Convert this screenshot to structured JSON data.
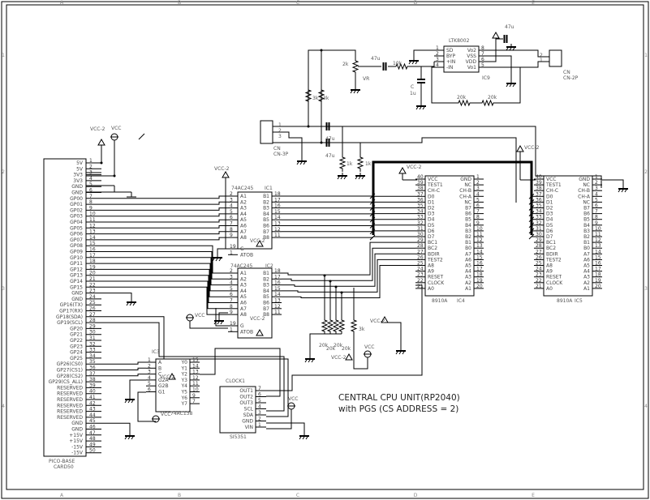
{
  "sheet": {
    "columns": [
      "A",
      "B",
      "C",
      "D",
      "E"
    ],
    "rows": [
      "1",
      "2",
      "3",
      "4"
    ],
    "title_line1": "CENTRAL CPU UNIT(RP2040)",
    "title_line2": "with PGS (CS ADDRESS = 2)"
  },
  "power": {
    "vcc": "VCC",
    "vcc2": "VCC-2"
  },
  "card": {
    "name": "PICO-BASE",
    "part": "CARD50",
    "pins": [
      {
        "n": "1",
        "l": "5V"
      },
      {
        "n": "2",
        "l": "5V"
      },
      {
        "n": "3",
        "l": "3V3"
      },
      {
        "n": "4",
        "l": "3V3"
      },
      {
        "n": "5",
        "l": "GND"
      },
      {
        "n": "6",
        "l": "GND"
      },
      {
        "n": "7",
        "l": "GP00"
      },
      {
        "n": "8",
        "l": "GP01"
      },
      {
        "n": "9",
        "l": "GP02"
      },
      {
        "n": "10",
        "l": "GP03"
      },
      {
        "n": "11",
        "l": "GP04"
      },
      {
        "n": "12",
        "l": "GP05"
      },
      {
        "n": "13",
        "l": "GP06"
      },
      {
        "n": "14",
        "l": "GP07"
      },
      {
        "n": "15",
        "l": "GP08"
      },
      {
        "n": "16",
        "l": "GP09"
      },
      {
        "n": "17",
        "l": "GP10"
      },
      {
        "n": "18",
        "l": "GP11"
      },
      {
        "n": "19",
        "l": "GP12"
      },
      {
        "n": "20",
        "l": "GP13"
      },
      {
        "n": "21",
        "l": "GP14"
      },
      {
        "n": "22",
        "l": "GP15"
      },
      {
        "n": "23",
        "l": "GND"
      },
      {
        "n": "24",
        "l": "GND"
      },
      {
        "n": "25",
        "l": "GP16(TX)"
      },
      {
        "n": "26",
        "l": "GP17(RX)"
      },
      {
        "n": "27",
        "l": "GP18(SDA)"
      },
      {
        "n": "28",
        "l": "GP19(SCL)"
      },
      {
        "n": "29",
        "l": "GP20"
      },
      {
        "n": "30",
        "l": "GP21"
      },
      {
        "n": "31",
        "l": "GP22"
      },
      {
        "n": "32",
        "l": "GP23"
      },
      {
        "n": "33",
        "l": "GP24"
      },
      {
        "n": "34",
        "l": "GP25"
      },
      {
        "n": "35",
        "l": "GP26(CS0)"
      },
      {
        "n": "36",
        "l": "GP27(CS1)"
      },
      {
        "n": "37",
        "l": "GP28(CS2)"
      },
      {
        "n": "38",
        "l": "GP29(CS_ALL)"
      },
      {
        "n": "39",
        "l": "RESERVED"
      },
      {
        "n": "40",
        "l": "RESERVED"
      },
      {
        "n": "41",
        "l": "RESERVED"
      },
      {
        "n": "42",
        "l": "RESERVED"
      },
      {
        "n": "43",
        "l": "RESERVED"
      },
      {
        "n": "44",
        "l": "RESERVED"
      },
      {
        "n": "45",
        "l": "GND"
      },
      {
        "n": "46",
        "l": "GND"
      },
      {
        "n": "47",
        "l": "+15V"
      },
      {
        "n": "48",
        "l": "+15V"
      },
      {
        "n": "49",
        "l": "-15V"
      },
      {
        "n": "50",
        "l": "-15V"
      }
    ]
  },
  "ic1": {
    "part": "74AC245",
    "ref": "IC1",
    "left": [
      {
        "n": "2",
        "l": "A1"
      },
      {
        "n": "3",
        "l": "A2"
      },
      {
        "n": "4",
        "l": "A3"
      },
      {
        "n": "5",
        "l": "A4"
      },
      {
        "n": "6",
        "l": "A5"
      },
      {
        "n": "7",
        "l": "A6"
      },
      {
        "n": "8",
        "l": "A7"
      },
      {
        "n": "9",
        "l": "A8"
      }
    ],
    "right": [
      {
        "n": "18",
        "l": "B1"
      },
      {
        "n": "17",
        "l": "B2"
      },
      {
        "n": "16",
        "l": "B3"
      },
      {
        "n": "15",
        "l": "B4"
      },
      {
        "n": "14",
        "l": "B5"
      },
      {
        "n": "13",
        "l": "B6"
      },
      {
        "n": "12",
        "l": "B7"
      },
      {
        "n": "11",
        "l": "B8"
      }
    ],
    "ctrl": [
      {
        "n": "19",
        "l": "G"
      },
      {
        "n": "1",
        "l": "ATOB"
      }
    ]
  },
  "ic2": {
    "part": "74AC245",
    "ref": "IC2",
    "left": [
      {
        "n": "2",
        "l": "A1"
      },
      {
        "n": "3",
        "l": "A2"
      },
      {
        "n": "4",
        "l": "A3"
      },
      {
        "n": "5",
        "l": "A4"
      },
      {
        "n": "6",
        "l": "A5"
      },
      {
        "n": "7",
        "l": "A6"
      },
      {
        "n": "8",
        "l": "A7"
      },
      {
        "n": "9",
        "l": "A8"
      }
    ],
    "right": [
      {
        "n": "18",
        "l": "B1"
      },
      {
        "n": "17",
        "l": "B2"
      },
      {
        "n": "16",
        "l": "B3"
      },
      {
        "n": "15",
        "l": "B4"
      },
      {
        "n": "14",
        "l": "B5"
      },
      {
        "n": "13",
        "l": "B6"
      },
      {
        "n": "12",
        "l": "B7"
      },
      {
        "n": "11",
        "l": "B8"
      }
    ],
    "ctrl": [
      {
        "n": "19",
        "l": "G"
      },
      {
        "n": "1",
        "l": "ATOB"
      }
    ]
  },
  "ic3": {
    "part": "74AC138",
    "ref": "IC3",
    "left": [
      {
        "n": "1",
        "l": "A"
      },
      {
        "n": "2",
        "l": "B"
      },
      {
        "n": "3",
        "l": "C"
      },
      {
        "n": "4",
        "l": "G2A"
      },
      {
        "n": "5",
        "l": "G2B"
      },
      {
        "n": "6",
        "l": "G1"
      }
    ],
    "right": [
      {
        "n": "15",
        "l": "Y0"
      },
      {
        "n": "14",
        "l": "Y1"
      },
      {
        "n": "13",
        "l": "Y2"
      },
      {
        "n": "12",
        "l": "Y3"
      },
      {
        "n": "11",
        "l": "Y4"
      },
      {
        "n": "10",
        "l": "Y5"
      },
      {
        "n": "9",
        "l": "Y6"
      },
      {
        "n": "7",
        "l": "Y7"
      }
    ]
  },
  "ic4": {
    "part": "8910A",
    "ref": "IC4",
    "left": [
      {
        "n": "40",
        "l": "VCC"
      },
      {
        "n": "39",
        "l": "TEST1"
      },
      {
        "n": "38",
        "l": "CH-C"
      },
      {
        "n": "37",
        "l": "D0"
      },
      {
        "n": "36",
        "l": "D1"
      },
      {
        "n": "35",
        "l": "D2"
      },
      {
        "n": "34",
        "l": "D3"
      },
      {
        "n": "33",
        "l": "D4"
      },
      {
        "n": "32",
        "l": "D5"
      },
      {
        "n": "31",
        "l": "D6"
      },
      {
        "n": "30",
        "l": "D7"
      },
      {
        "n": "29",
        "l": "BC1"
      },
      {
        "n": "28",
        "l": "BC2"
      },
      {
        "n": "27",
        "l": "BDIR"
      },
      {
        "n": "26",
        "l": "TEST2"
      },
      {
        "n": "25",
        "l": "A8"
      },
      {
        "n": "24",
        "l": "A9"
      },
      {
        "n": "23",
        "l": "RESET"
      },
      {
        "n": "22",
        "l": "CLOCK"
      },
      {
        "n": "21",
        "l": "A0"
      }
    ],
    "right": [
      {
        "n": "1",
        "l": "GND"
      },
      {
        "n": "2",
        "l": "NC"
      },
      {
        "n": "3",
        "l": "CH-B"
      },
      {
        "n": "4",
        "l": "CH-A"
      },
      {
        "n": "5",
        "l": "NC"
      },
      {
        "n": "6",
        "l": "B7"
      },
      {
        "n": "7",
        "l": "B6"
      },
      {
        "n": "8",
        "l": "B5"
      },
      {
        "n": "9",
        "l": "B4"
      },
      {
        "n": "10",
        "l": "B3"
      },
      {
        "n": "11",
        "l": "B2"
      },
      {
        "n": "12",
        "l": "B1"
      },
      {
        "n": "13",
        "l": "B0"
      },
      {
        "n": "14",
        "l": "A7"
      },
      {
        "n": "15",
        "l": "A6"
      },
      {
        "n": "16",
        "l": "A5"
      },
      {
        "n": "17",
        "l": "A4"
      },
      {
        "n": "18",
        "l": "A3"
      },
      {
        "n": "19",
        "l": "A2"
      },
      {
        "n": "20",
        "l": "A1"
      }
    ]
  },
  "ic5": {
    "part": "8910A",
    "ref": "IC5"
  },
  "ic9": {
    "part": "LTK8002",
    "ref": "IC9",
    "left": [
      {
        "n": "1",
        "l": "SD"
      },
      {
        "n": "2",
        "l": "BYP"
      },
      {
        "n": "3",
        "l": "+IN"
      },
      {
        "n": "4",
        "l": "-IN"
      }
    ],
    "right": [
      {
        "n": "8",
        "l": "Vo2"
      },
      {
        "n": "7",
        "l": "VSS"
      },
      {
        "n": "6",
        "l": "VDD"
      },
      {
        "n": "5",
        "l": "Vo1"
      }
    ]
  },
  "clock": {
    "ref": "CLOCK1",
    "part": "SI5351",
    "pins": [
      {
        "n": "7",
        "l": "OUT1"
      },
      {
        "n": "6",
        "l": "OUT2"
      },
      {
        "n": "5",
        "l": "OUT3"
      },
      {
        "n": "4",
        "l": "SCL"
      },
      {
        "n": "3",
        "l": "SDA"
      },
      {
        "n": "2",
        "l": "GND"
      },
      {
        "n": "1",
        "l": "VIN"
      }
    ]
  },
  "connectors": {
    "cn3": {
      "ref": "CN",
      "part": "CN-3P",
      "pins": [
        "1",
        "2",
        "3"
      ]
    },
    "cn2": {
      "ref": "CN",
      "part": "CN-2P",
      "pins": [
        "2",
        "1"
      ]
    }
  },
  "passives": {
    "vr": {
      "ref": "VR",
      "value": "2k"
    },
    "c_amp_in": "47u",
    "r_in": "10k",
    "c_byp": {
      "ref": "C",
      "value": "1u"
    },
    "r_fb1": "20k",
    "r_fb2": "20k",
    "c_vdd": "47u",
    "r_pull1": "3k",
    "r_pull2": "3k",
    "c_out1": "47u",
    "c_out2": "47u",
    "r_load1": "1k",
    "r_load2": "1k",
    "r_bank": [
      "20k",
      "20k",
      "20k",
      "20k"
    ],
    "r_3k": "3k"
  }
}
